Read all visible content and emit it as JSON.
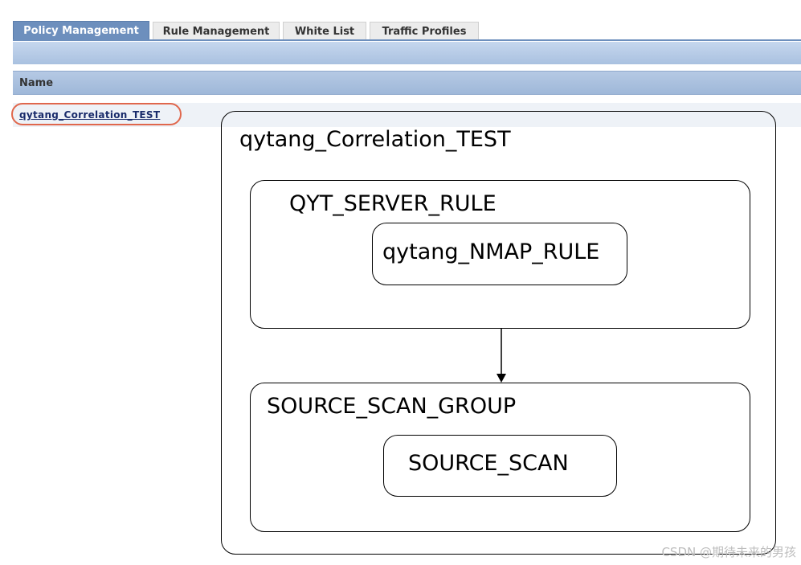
{
  "tabs": [
    {
      "label": "Policy Management",
      "active": true
    },
    {
      "label": "Rule Management",
      "active": false
    },
    {
      "label": "White List",
      "active": false
    },
    {
      "label": "Traffic Profiles",
      "active": false
    }
  ],
  "table": {
    "header_name": "Name",
    "rows": [
      "qytang_Correlation_TEST"
    ]
  },
  "diagram": {
    "policy_title": "qytang_Correlation_TEST",
    "group1_title": "QYT_SERVER_RULE",
    "group1_rule": "qytang_NMAP_RULE",
    "group2_title": "SOURCE_SCAN_GROUP",
    "group2_rule": "SOURCE_SCAN"
  },
  "watermark": "CSDN @期待未来的男孩",
  "colors": {
    "tab_active": "#6d8fbd",
    "header": "#b5c9e4",
    "highlight_ring": "#e0674c",
    "link": "#1a2c6b"
  }
}
